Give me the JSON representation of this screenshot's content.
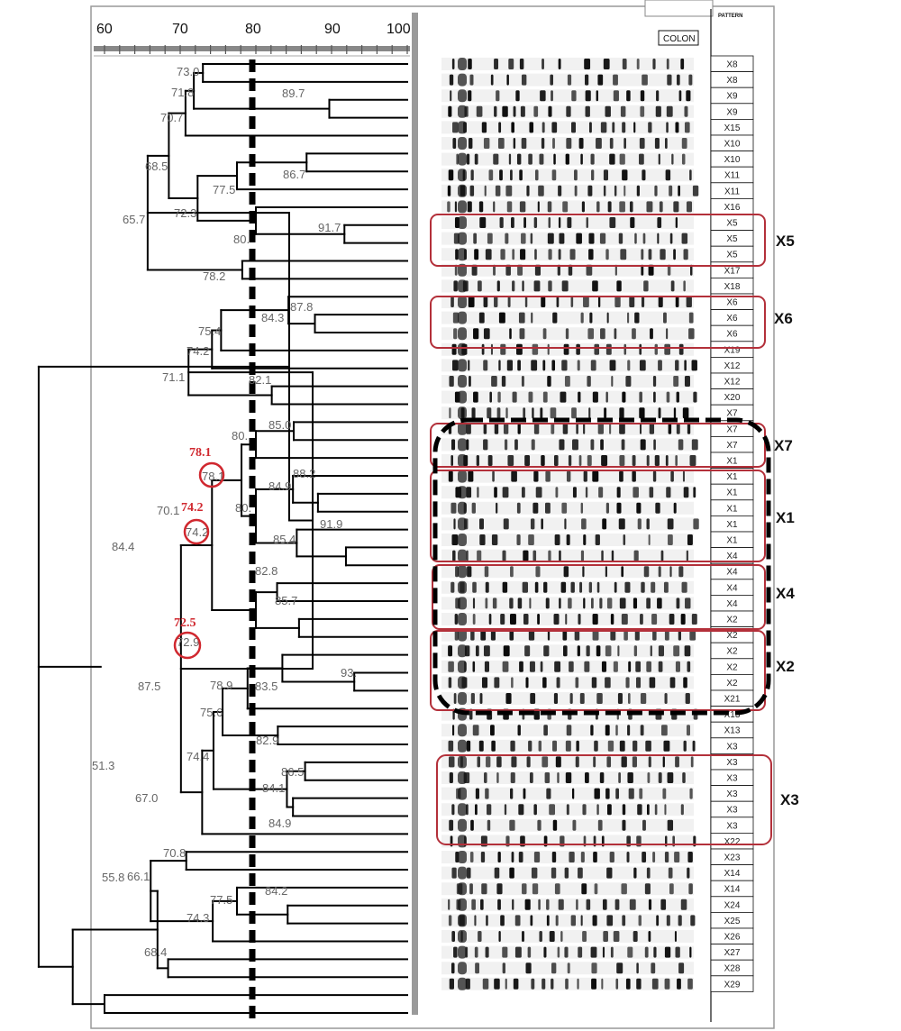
{
  "axis": {
    "ticks": [
      "60",
      "70",
      "80",
      "90",
      "100"
    ]
  },
  "lane_header": "COLON",
  "pattern_header": "PATTERN",
  "patterns": [
    "X8",
    "X8",
    "X9",
    "X9",
    "X15",
    "X10",
    "X10",
    "X11",
    "X11",
    "X16",
    "X5",
    "X5",
    "X5",
    "X17",
    "X18",
    "X6",
    "X6",
    "X6",
    "X19",
    "X12",
    "X12",
    "X20",
    "X7",
    "X7",
    "X7",
    "X1",
    "X1",
    "X1",
    "X1",
    "X1",
    "X1",
    "X4",
    "X4",
    "X4",
    "X4",
    "X2",
    "X2",
    "X2",
    "X2",
    "X2",
    "X21",
    "X13",
    "X13",
    "X3",
    "X3",
    "X3",
    "X3",
    "X3",
    "X3",
    "X22",
    "X23",
    "X14",
    "X14",
    "X24",
    "X25",
    "X26",
    "X27",
    "X28",
    "X29"
  ],
  "node_labels": [
    "73.0",
    "71.8",
    "89.7",
    "70.7",
    "68.5",
    "86.7",
    "77.5",
    "65.7",
    "72.3",
    "91.7",
    "80.",
    "78.2",
    "87.8",
    "84.3",
    "75.4",
    "74.2",
    "71.1",
    "82.1",
    "85.0",
    "80.",
    "78.1",
    "88.2",
    "84.9",
    "80.",
    "70.1",
    "74.2",
    "91.9",
    "85.4",
    "84.4",
    "82.8",
    "85.7",
    "72.9",
    "93.",
    "83.5",
    "78.9",
    "87.5",
    "75.6",
    "82.9",
    "74.4",
    "51.3",
    "86.5",
    "84.1",
    "67.0",
    "84.9",
    "55.8",
    "70.8",
    "66.1",
    "84.2",
    "77.5",
    "74.3",
    "68.4"
  ],
  "annotations": {
    "a781": "78.1",
    "a742": "74.2",
    "a725": "72.5"
  },
  "clusters": [
    "X5",
    "X6",
    "X7",
    "X1",
    "X4",
    "X2",
    "X3"
  ]
}
